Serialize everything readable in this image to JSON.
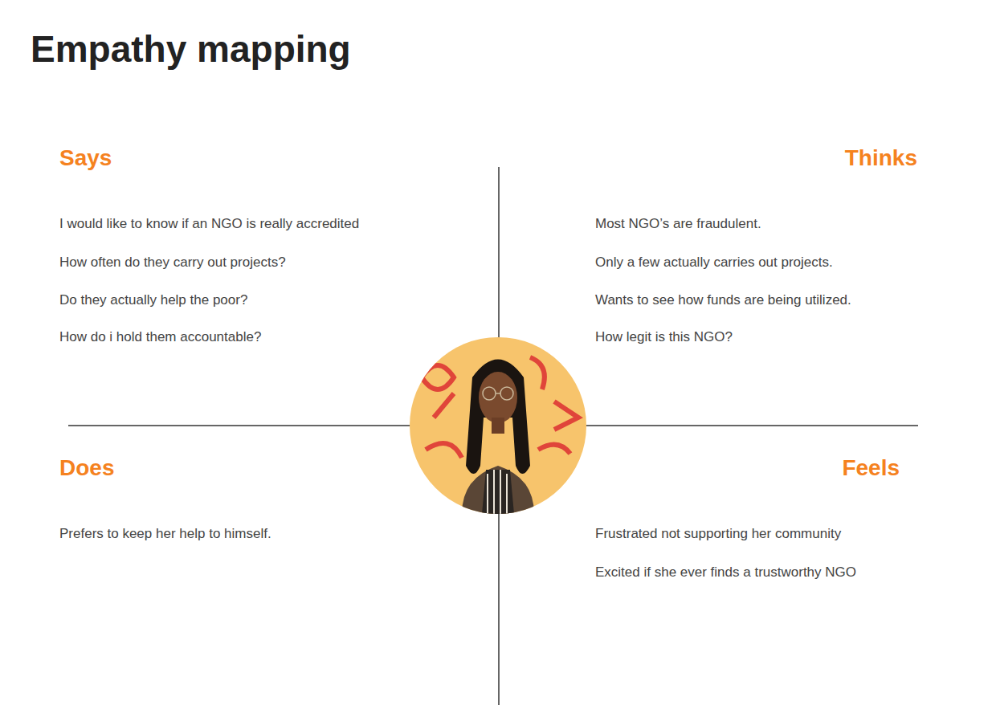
{
  "diagram": {
    "title": "Empathy mapping",
    "labels": [
      "Says",
      "I would like to know if an NGO is really accredited",
      "How often do they carry out projects?",
      "Do they actually help the poor?",
      "How do i hold them accountable?",
      "Thinks",
      "Most NGO’s are fraudulent.",
      "Only a few actually carries out projects.",
      "Wants to see how funds are being utilized.",
      "How legit is this NGO?",
      "Does",
      "Prefers to keep her help to himself.",
      "Feels",
      "Frustrated not supporting her community",
      "Excited if she ever finds a trustworthy NGO"
    ]
  }
}
